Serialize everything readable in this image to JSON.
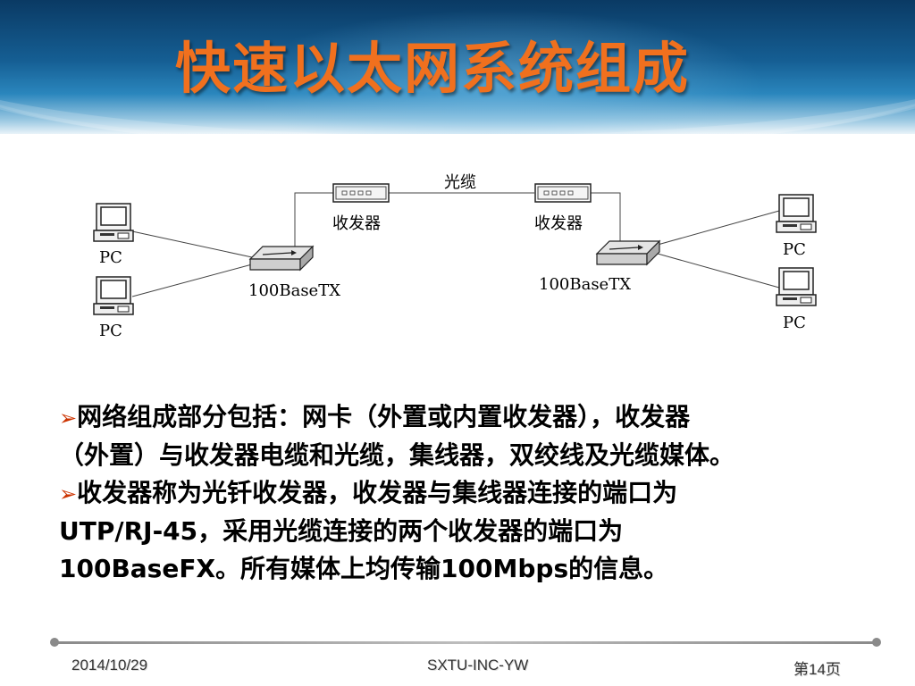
{
  "title": "快速以太网系统组成",
  "diagram": {
    "fiber_label": "光缆",
    "transceiver_left": "收发器",
    "transceiver_right": "收发器",
    "hub_left": "100BaseTX",
    "hub_right": "100BaseTX",
    "pc_labels": [
      "PC",
      "PC",
      "PC",
      "PC"
    ]
  },
  "bullets": [
    {
      "lines": [
        "网络组成部分包括：网卡（外置或内置收发器），收发器",
        "（外置）与收发器电缆和光缆，集线器，双绞线及光缆媒体。"
      ]
    },
    {
      "lines": [
        "收发器称为光钎收发器，收发器与集线器连接的端口为",
        "UTP/RJ-45，采用光缆连接的两个收发器的端口为",
        "100BaseFX。所有媒体上均传输100Mbps的信息。"
      ]
    }
  ],
  "bullet_marker": "➢",
  "footer": {
    "date": "2014/10/29",
    "org": "SXTU-INC-YW",
    "page": "第14页"
  }
}
